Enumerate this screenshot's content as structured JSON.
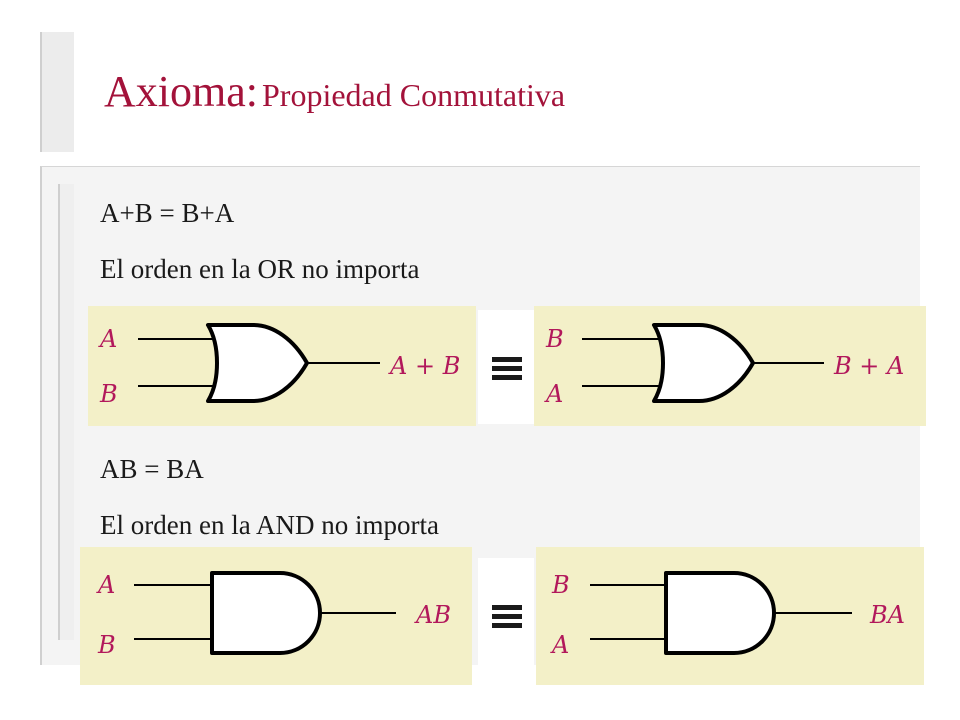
{
  "slide": {
    "title_main": "Axioma:",
    "title_sub": "Propiedad Conmutativa",
    "or_section": {
      "equation": "A+B = B+A",
      "description": "El orden en la OR no importa",
      "left": {
        "input_top": "A",
        "input_bottom": "B",
        "output": "A + B"
      },
      "right": {
        "input_top": "B",
        "input_bottom": "A",
        "output": "B + A"
      }
    },
    "and_section": {
      "equation": "AB = BA",
      "description": "El orden en la AND no importa",
      "left": {
        "input_top": "A",
        "input_bottom": "B",
        "output": "AB"
      },
      "right": {
        "input_top": "B",
        "input_bottom": "A",
        "output": "BA"
      }
    },
    "equivalence_symbol": "≡",
    "colors": {
      "title": "#a3123a",
      "diagram_label": "#b2185b",
      "diagram_background": "#f3f0c8",
      "panel_background": "#f4f4f4"
    }
  }
}
